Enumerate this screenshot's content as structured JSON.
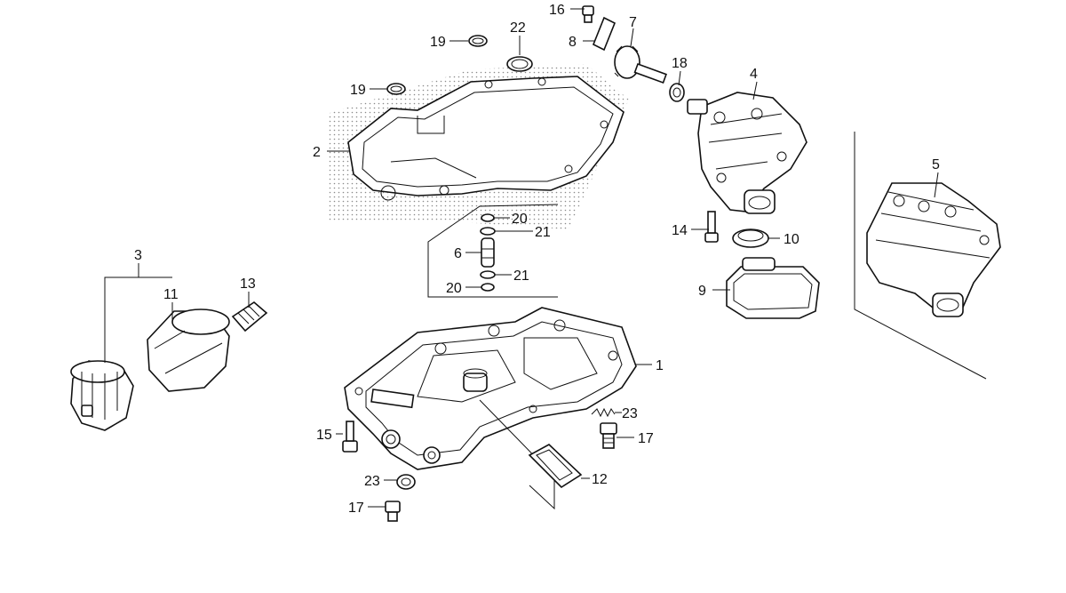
{
  "diagram": {
    "callouts": {
      "c1": "1",
      "c2": "2",
      "c3": "3",
      "c4": "4",
      "c5": "5",
      "c6": "6",
      "c7": "7",
      "c8": "8",
      "c9": "9",
      "c10": "10",
      "c11": "11",
      "c12": "12",
      "c13": "13",
      "c14": "14",
      "c15": "15",
      "c16": "16",
      "c17a": "17",
      "c17b": "17",
      "c18": "18",
      "c19a": "19",
      "c19b": "19",
      "c20a": "20",
      "c20b": "20",
      "c21a": "21",
      "c21b": "21",
      "c22": "22",
      "c23a": "23",
      "c23b": "23"
    },
    "colors": {
      "ink": "#111111",
      "shading": "#d8d8d8",
      "background": "#ffffff"
    }
  }
}
